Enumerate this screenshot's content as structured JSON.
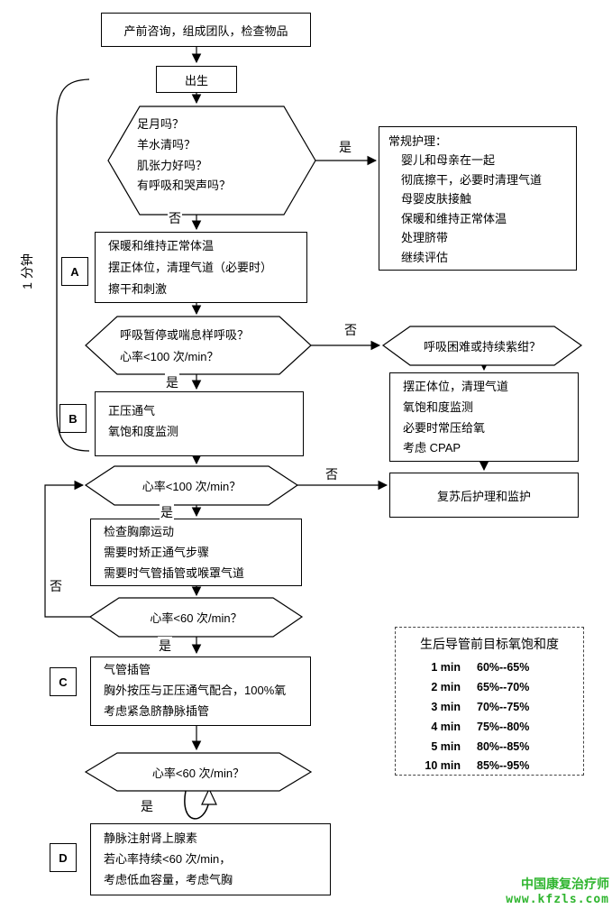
{
  "flow": {
    "prenatal": "产前咨询，组成团队，检查物品",
    "birth": "出生",
    "initial_assess": "足月吗？\n羊水清吗？\n肌张力好吗？\n有呼吸和哭声吗？",
    "routine_care_title": "常规护理：",
    "routine_care_items": "婴儿和母亲在一起\n彻底擦干，必要时清理气道\n母婴皮肤接触\n保暖和维持正常体温\n处理脐带\n继续评估",
    "step_a": "保暖和维持正常体温\n摆正体位，清理气道（必要时）\n擦干和刺激",
    "apnea_assess": "呼吸暂停或喘息样呼吸？\n心率<100 次/min？",
    "labored_breathing": "呼吸困难或持续紫绀？",
    "position_airway": "摆正体位，清理气道\n氧饱和度监测\n必要时常压给氧\n考虑 CPAP",
    "step_b": "正压通气\n氧饱和度监测",
    "hr_below_100": "心率<100 次/min？",
    "post_resus": "复苏后护理和监护",
    "check_chest": "检查胸廓运动\n需要时矫正通气步骤\n需要时气管插管或喉罩气道",
    "hr_below_60_first": "心率<60 次/min？",
    "step_c": "气管插管\n胸外按压与正压通气配合，100%氧\n考虑紧急脐静脉插管",
    "hr_below_60_second": "心率<60 次/min？",
    "step_d": "静脉注射肾上腺素\n若心率持续<60 次/min，\n考虑低血容量，考虑气胸"
  },
  "stages": {
    "a": "A",
    "b": "B",
    "c": "C",
    "d": "D"
  },
  "timeline": {
    "label": "1 分钟"
  },
  "edge_labels": {
    "initial_yes": "是",
    "initial_no": "否",
    "apnea_no": "否",
    "apnea_yes": "是",
    "hr100_no": "否",
    "hr100_yes": "是",
    "hr60_no": "否",
    "hr60_yes": "是",
    "hr60b_yes": "是"
  },
  "sat_table": {
    "title": "生后导管前目标氧饱和度",
    "rows": [
      {
        "time": "1 min",
        "range": "60%--65%"
      },
      {
        "time": "2 min",
        "range": "65%--70%"
      },
      {
        "time": "3 min",
        "range": "70%--75%"
      },
      {
        "time": "4 min",
        "range": "75%--80%"
      },
      {
        "time": "5 min",
        "range": "80%--85%"
      },
      {
        "time": "10 min",
        "range": "85%--95%"
      }
    ]
  },
  "watermark": {
    "line1": "中国康复治疗师",
    "line2": "www.kfzls.com",
    "color": "#2fb52f"
  }
}
